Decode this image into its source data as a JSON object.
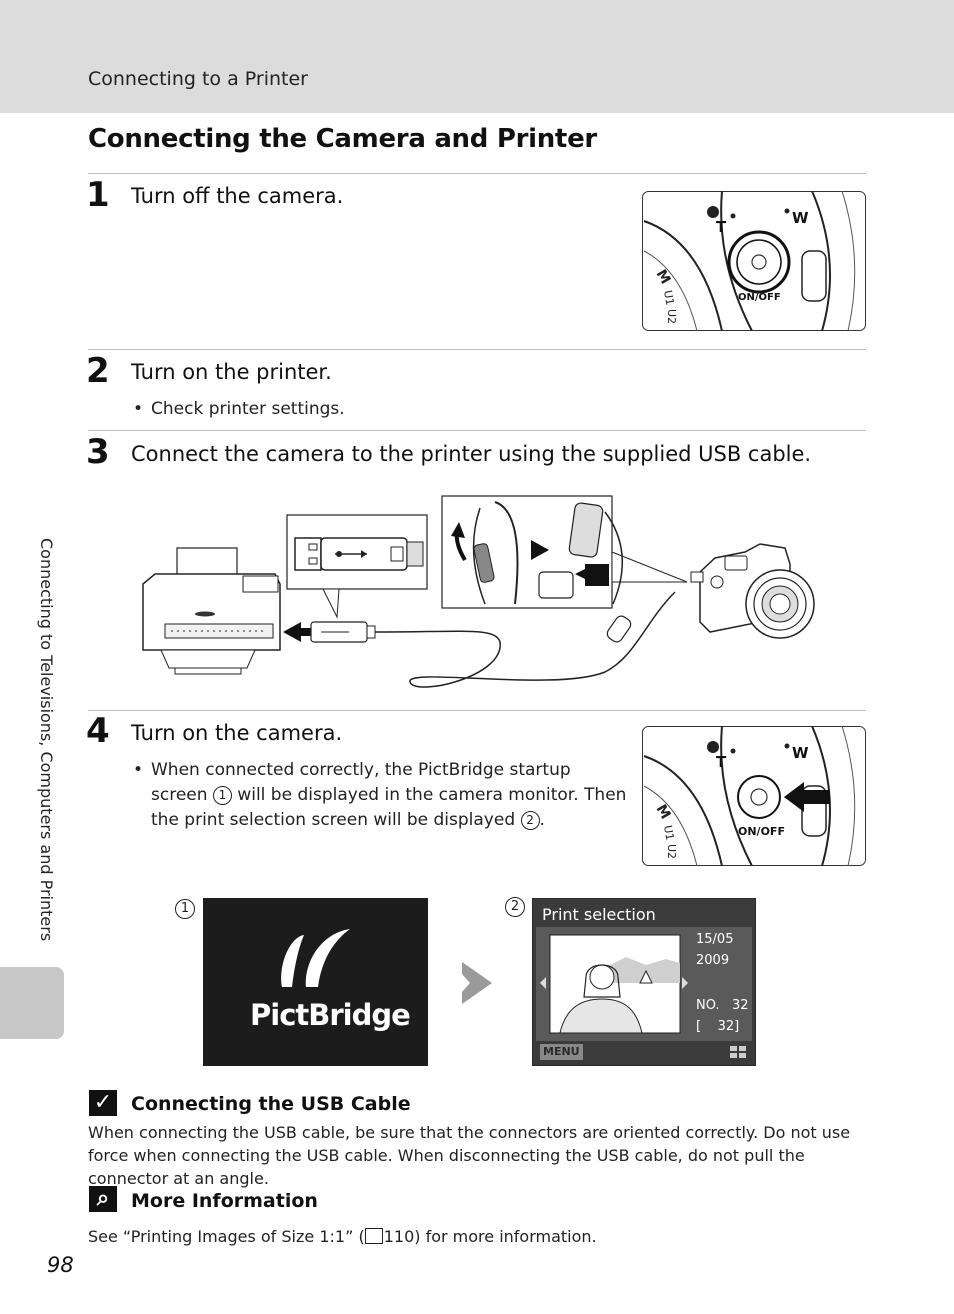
{
  "header": {
    "section": "Connecting to a Printer"
  },
  "title": "Connecting the Camera and Printer",
  "steps": [
    {
      "number": "1",
      "text": "Turn off the camera."
    },
    {
      "number": "2",
      "text": "Turn on the printer.",
      "bullet": "Check printer settings."
    },
    {
      "number": "3",
      "text": "Connect the camera to the printer using the supplied USB cable."
    },
    {
      "number": "4",
      "text": "Turn on the camera.",
      "bullet_parts": [
        "When connected correctly, the PictBridge startup",
        "screen",
        "1",
        "will be displayed in the camera monitor. Then",
        "the print selection screen will be displayed",
        "2",
        "."
      ]
    }
  ],
  "camera_labels": {
    "tele": "T",
    "wide": "W",
    "power": "ON/OFF"
  },
  "screens": {
    "callout_1": "1",
    "callout_2": "2",
    "pictbridge_logo": "PictBridge",
    "print_selection": {
      "title": "Print selection",
      "date": "15/05",
      "year": "2009",
      "number": "NO.   32",
      "count": "[    32]",
      "menu_label": "MENU"
    }
  },
  "notes": [
    {
      "icon": "check-mark-icon",
      "title": "Connecting the USB Cable",
      "body": "When connecting the USB cable, be sure that the connectors are oriented correctly. Do not use force when connecting the USB cable. When disconnecting the USB cable, do not pull the connector at an angle."
    },
    {
      "icon": "magnifier-icon",
      "title": "More Information",
      "body_prefix": "See “Printing Images of Size 1:1” (",
      "ref": "110",
      "body_suffix": ") for more information."
    }
  ],
  "side_label": "Connecting to Televisions, Computers and Printers",
  "page_number": "98"
}
